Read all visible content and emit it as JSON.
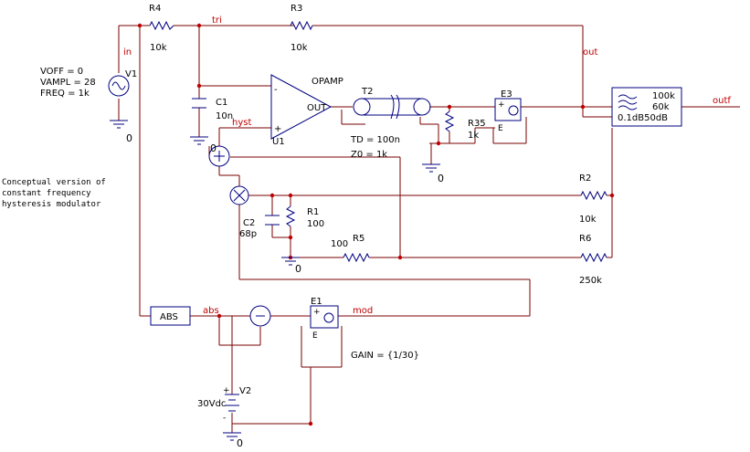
{
  "nets": {
    "in": "in",
    "tri": "tri",
    "out": "out",
    "outf": "outf",
    "hyst": "hyst",
    "abs": "abs",
    "mod": "mod"
  },
  "r4": {
    "ref": "R4",
    "value": "10k"
  },
  "r3": {
    "ref": "R3",
    "value": "10k"
  },
  "r35": {
    "ref": "R35",
    "value": "1k"
  },
  "r2": {
    "ref": "R2",
    "value": "10k"
  },
  "r6": {
    "ref": "R6",
    "value": "250k"
  },
  "r1": {
    "ref": "R1",
    "value": "100"
  },
  "r5": {
    "ref": "R5",
    "value": "100"
  },
  "c1": {
    "ref": "C1",
    "value": "10n"
  },
  "c2": {
    "ref": "C2",
    "value": "68p"
  },
  "v1": {
    "ref": "V1",
    "voff": "VOFF = 0",
    "vampl": "VAMPL = 28",
    "freq": "FREQ = 1k"
  },
  "v2": {
    "ref": "V2",
    "value": "30Vdc"
  },
  "u1": {
    "ref": "U1",
    "label": "OPAMP",
    "out_pin": "OUT",
    "minus": "-",
    "plus": "+"
  },
  "t2": {
    "ref": "T2",
    "td": "TD = 100n",
    "z0": "Z0 = 1k"
  },
  "e3": {
    "ref": "E3",
    "pin": "E"
  },
  "e1": {
    "ref": "E1",
    "pin": "E",
    "gain": "GAIN = {1/30}"
  },
  "filter": {
    "f1": "100k",
    "f2": "60k",
    "spec": "0.1dB50dB"
  },
  "abs_block": {
    "label": "ABS"
  },
  "ground_labels": [
    "0",
    "0",
    "0",
    "0",
    "0"
  ],
  "note": [
    "Conceptual version of",
    "constant frequency",
    "hysteresis modulator"
  ]
}
